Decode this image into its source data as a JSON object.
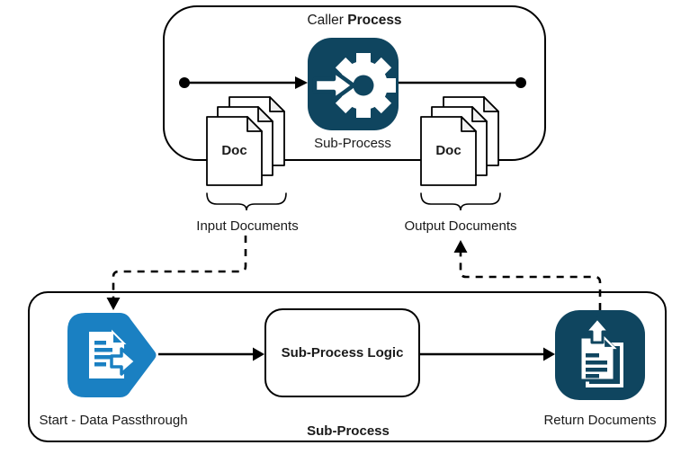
{
  "caller_process": {
    "title_prefix": "Caller ",
    "title_bold": "Process",
    "subprocess_node_label": "Sub-Process",
    "input_stack_doc_label": "Doc",
    "output_stack_doc_label": "Doc",
    "input_documents_caption": "Input Documents",
    "output_documents_caption": "Output Documents"
  },
  "sub_process": {
    "caption": "Sub-Process",
    "start_node_label": "Start - Data Passthrough",
    "logic_node_label": "Sub-Process Logic",
    "return_node_label": "Return Documents"
  },
  "icons": {
    "subprocess_icon": "gear-with-input-arrow",
    "start_icon": "document-passthrough-arrow",
    "return_icon": "document-upload-arrow"
  },
  "colors": {
    "dark_teal": "#0f455f",
    "blue": "#1a80c2",
    "line_black": "#000000",
    "fold_gray": "#f0f0f0",
    "background": "#ffffff"
  }
}
